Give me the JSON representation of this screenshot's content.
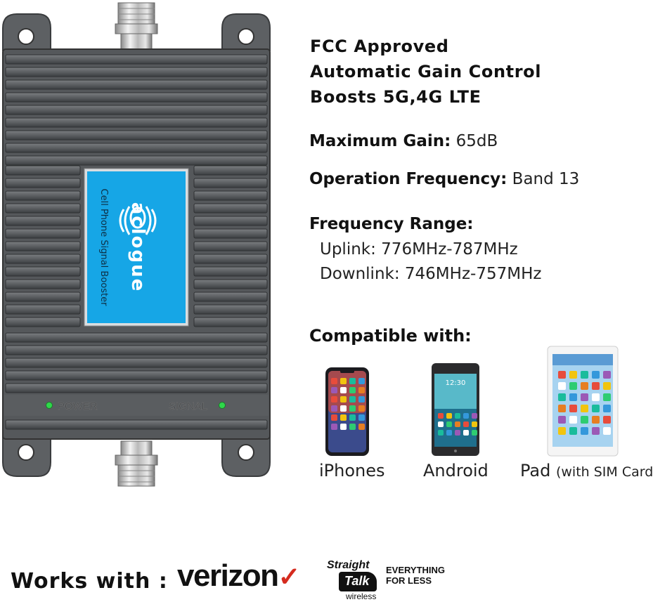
{
  "device": {
    "brand": "aclogue",
    "subtitle": "Cell Phone Signal Booster",
    "power_label": "POWER",
    "signal_label": "SIGNAL",
    "led_color": "#2fd84a",
    "body_color": "#55585b",
    "label_color": "#16a6e6"
  },
  "features": [
    "FCC Approved",
    "Automatic Gain Control",
    "Boosts 5G,4G LTE"
  ],
  "specs": {
    "max_gain_label": "Maximum Gain:",
    "max_gain_value": "65dB",
    "op_freq_label": "Operation Frequency:",
    "op_freq_value": "Band 13",
    "freq_range_label": "Frequency Range:",
    "uplink": "Uplink: 776MHz-787MHz",
    "downlink": "Downlink: 746MHz-757MHz"
  },
  "compatible": {
    "title": "Compatible with:",
    "devices": [
      {
        "label": "iPhones",
        "icon": "iphone-icon"
      },
      {
        "label": "Android",
        "icon": "android-phone-icon"
      },
      {
        "label": "Pad",
        "note": "(with SIM Card)",
        "icon": "tablet-icon"
      }
    ]
  },
  "carriers": {
    "title": "Works with :",
    "verizon": "verizon",
    "verizon_check": "✓",
    "straight_talk_top": "Straight",
    "straight_talk_box": "Talk",
    "straight_talk_sub": "wireless",
    "straight_talk_tag_1": "EVERYTHING",
    "straight_talk_tag_2": "FOR LESS",
    "verizon_red": "#d52b1e"
  }
}
